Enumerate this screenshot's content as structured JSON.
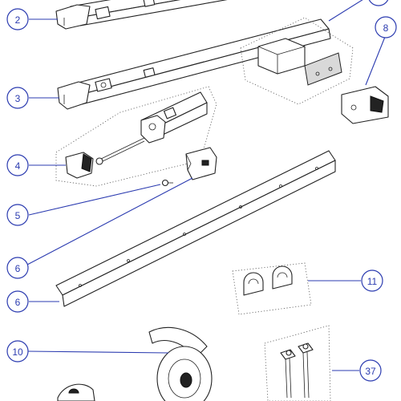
{
  "callouts": [
    {
      "id": "c2",
      "label": "2"
    },
    {
      "id": "c3",
      "label": "3"
    },
    {
      "id": "c4",
      "label": "4"
    },
    {
      "id": "c5",
      "label": "5"
    },
    {
      "id": "c6a",
      "label": "6"
    },
    {
      "id": "c6b",
      "label": "6"
    },
    {
      "id": "c8",
      "label": "8"
    },
    {
      "id": "c10",
      "label": "10"
    },
    {
      "id": "c11",
      "label": "11"
    },
    {
      "id": "c37",
      "label": "37"
    }
  ],
  "colors": {
    "callout": "#2b3bb0",
    "line_art": "#222222"
  }
}
